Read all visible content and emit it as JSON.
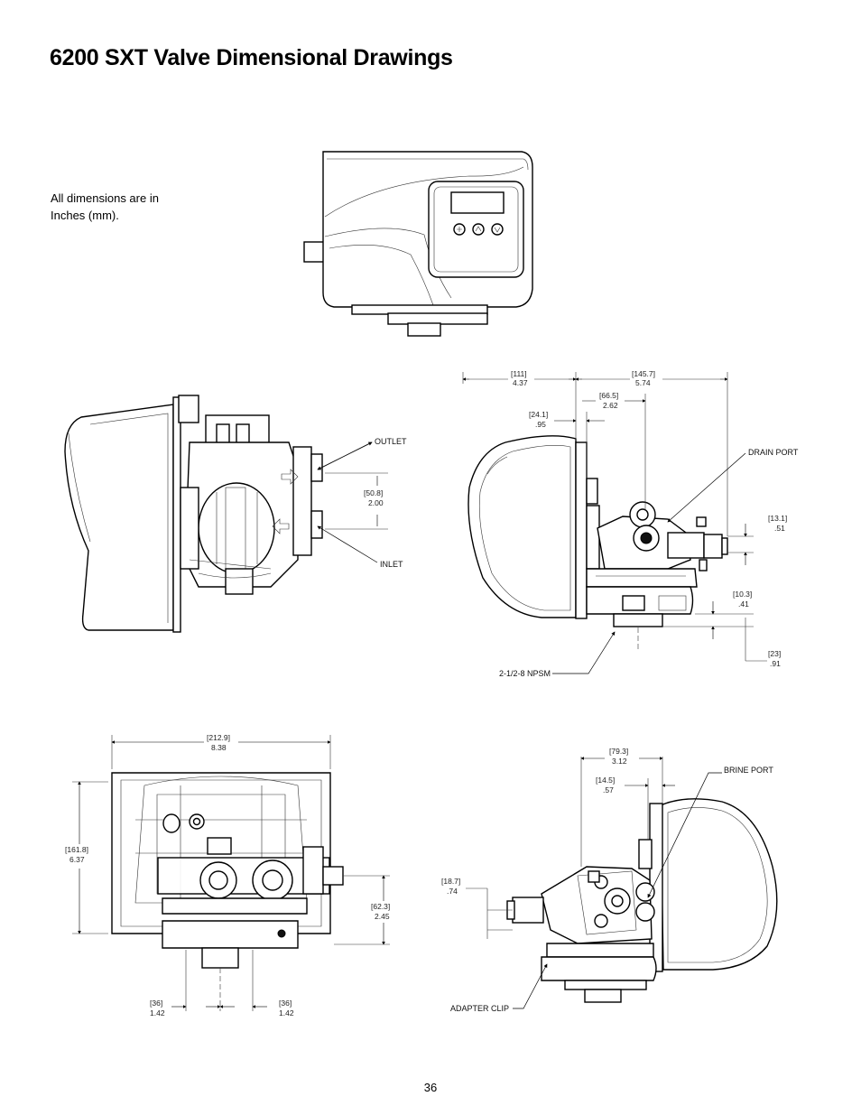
{
  "page": {
    "title": "6200 SXT Valve Dimensional Drawings",
    "note": "All dimensions are in Inches (mm).",
    "page_number": "36"
  },
  "side_view": {
    "outlet_label": "OUTLET",
    "inlet_label": "INLET",
    "dim_port_spacing": {
      "mm": "[50.8]",
      "in": "2.00"
    }
  },
  "right_view": {
    "drain_port_label": "DRAIN PORT",
    "thread_label": "2-1/2-8 NPSM",
    "dim_111": {
      "mm": "[111]",
      "in": "4.37"
    },
    "dim_145": {
      "mm": "[145.7]",
      "in": "5.74"
    },
    "dim_66": {
      "mm": "[66.5]",
      "in": "2.62"
    },
    "dim_24": {
      "mm": "[24.1]",
      "in": ".95"
    },
    "dim_13": {
      "mm": "[13.1]",
      "in": ".51"
    },
    "dim_10": {
      "mm": "[10.3]",
      "in": ".41"
    },
    "dim_23": {
      "mm": "[23]",
      "in": ".91"
    }
  },
  "rear_view": {
    "dim_width": {
      "mm": "[212.9]",
      "in": "8.38"
    },
    "dim_height": {
      "mm": "[161.8]",
      "in": "6.37"
    },
    "dim_62": {
      "mm": "[62.3]",
      "in": "2.45"
    },
    "dim_36_left": {
      "mm": "[36]",
      "in": "1.42"
    },
    "dim_36_right": {
      "mm": "[36]",
      "in": "1.42"
    }
  },
  "left_view": {
    "brine_port_label": "BRINE PORT",
    "adapter_clip_label": "ADAPTER CLIP",
    "dim_79": {
      "mm": "[79.3]",
      "in": "3.12"
    },
    "dim_14": {
      "mm": "[14.5]",
      "in": ".57"
    },
    "dim_18": {
      "mm": "[18.7]",
      "in": ".74"
    }
  }
}
